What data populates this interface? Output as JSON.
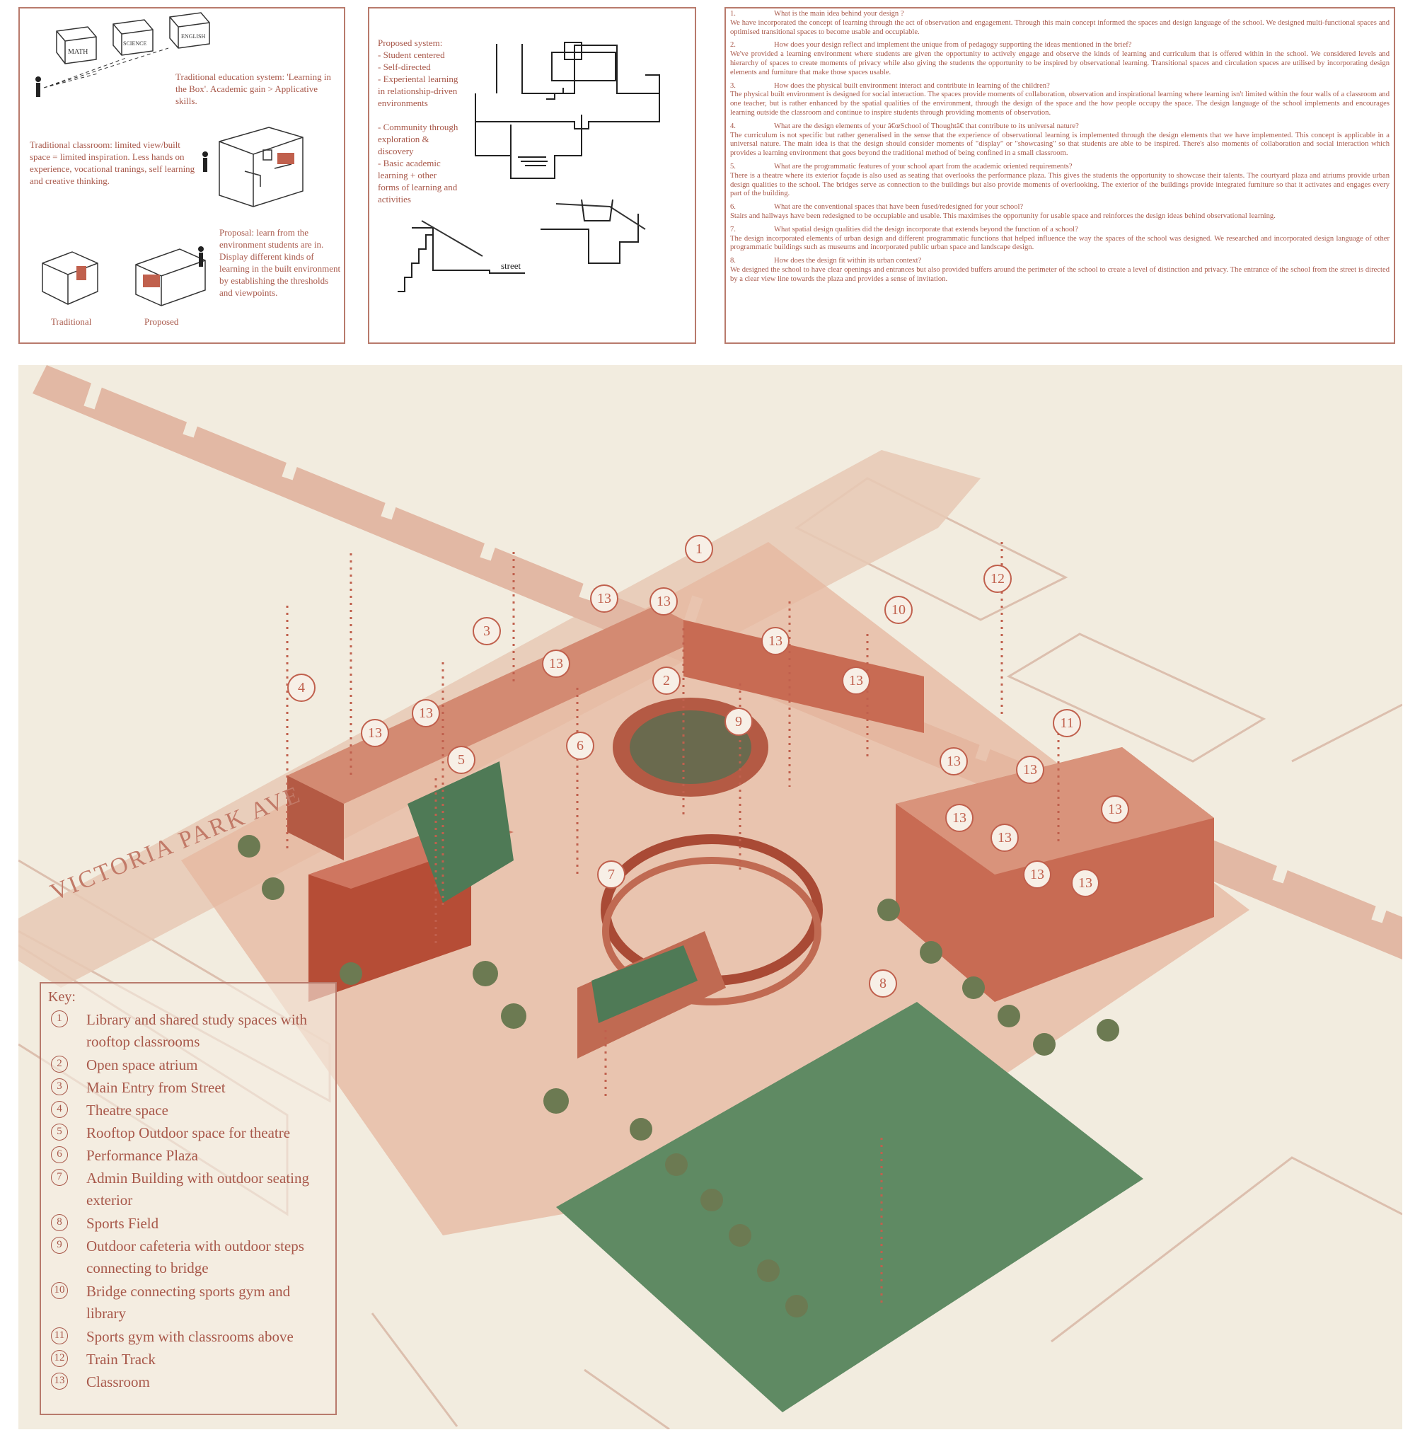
{
  "concept_panel": {
    "box_labels": [
      "MATH",
      "SCIENCE",
      "ENGLISH"
    ],
    "text1": "Traditional education system: 'Learning in the Box'. Academic gain > Applicative skills.",
    "text2": "Traditional classroom: limited view/built space = limited inspiration. Less hands on experience, vocational tranings, self learning and creative thinking.",
    "text3": "Proposal: learn from the environment students are in. Display different kinds of learning in the built environment by establishing the thresholds and viewpoints.",
    "label_traditional": "Traditional",
    "label_proposed": "Proposed"
  },
  "proposed_panel": {
    "heading": "Proposed system:",
    "items": [
      "- Student centered",
      "- Self-directed",
      "- Experiental learning in relationship-driven environments",
      "- Community through exploration & discovery",
      "- Basic academic learning + other forms of learning and activities"
    ],
    "street_label": "street"
  },
  "qa_panel": {
    "items": [
      {
        "num": "1.",
        "q": "What is the main idea behind your design ?",
        "a": "We have incorporated the concept of learning through the act of observation and engagement. Through this main concept informed the spaces and design language of the school. We designed multi-functional spaces and optimised transitional spaces to become usable and occupiable."
      },
      {
        "num": "2.",
        "q": "How does your design reflect and implement the unique from of pedagogy supporting the ideas mentioned in the brief?",
        "a": "We've provided a learning environment where students are given the opportunity to actively engage and observe the kinds of learning and curriculum that is offered within in the school. We considered levels and hierarchy of spaces to create moments of privacy while also giving the students the opportunity to be inspired by observational learning. Transitional spaces and circulation spaces are utilised by incorporating design elements and furniture that make those spaces usable."
      },
      {
        "num": "3.",
        "q": "How does the physical built environment interact and contribute in learning of the children?",
        "a": "The physical built environment is designed for social interaction. The spaces provide moments of collaboration, observation and inspirational learning where learning isn't limited within the four walls of a classroom and one teacher, but is rather enhanced by the spatial qualities of the environment, through the design of the space and the how people occupy the space. The design language of the school implements and encourages learning outside the classroom and continue to inspire students through providing moments of observation."
      },
      {
        "num": "4.",
        "q": "What are the design elements of your â€œSchool of Thoughtâ€ that contribute to its universal nature?",
        "a": "The curriculum is not specific but rather generalised in the sense that the experience of observational learning is implemented through the design elements that we have implemented. This concept is applicable in a universal nature. The main idea is that the design should consider moments of \"display\" or \"showcasing\" so that students are able to be inspired. There's also moments of collaboration and social interaction which provides a learning environment that goes beyond the traditional method of being confined in a small classroom."
      },
      {
        "num": "5.",
        "q": "What are the programmatic features of your school apart from the academic oriented requirements?",
        "a": "There is a theatre where its exterior façade is also used as seating that overlooks the performance plaza. This gives the students the opportunity to showcase their talents. The courtyard plaza and atriums provide urban design qualities to the school. The bridges serve as connection to the buildings but also provide moments of overlooking. The exterior of the buildings provide integrated furniture so that it activates and engages every part of the building."
      },
      {
        "num": "6.",
        "q": "What are the conventional spaces that have been fused/redesigned for your school?",
        "a": "Stairs and hallways have been redesigned to be occupiable and usable. This maximises the opportunity for usable space and reinforces the design ideas behind observational learning."
      },
      {
        "num": "7.",
        "q": "What spatial design qualities did the design incorporate that extends beyond the function of a school?",
        "a": "The design incorporated elements of urban design and different programmatic functions that helped influence the way the spaces of the school was designed. We researched and incorporated design language of other programmatic buildings such as museums and incorporated public urban space and landscape design."
      },
      {
        "num": "8.",
        "q": "How does the design fit within its urban context?",
        "a": "We designed the school to have clear openings and entrances but also provided buffers around the perimeter of the school to create a level of distinction and privacy. The entrance of the school from the street is directed by a clear view line towards the plaza and provides a sense of invitation."
      }
    ]
  },
  "diagram": {
    "street_name": "VICTORIA PARK AVE",
    "markers": [
      "1",
      "2",
      "3",
      "4",
      "5",
      "6",
      "7",
      "8",
      "9",
      "10",
      "11",
      "12",
      "13",
      "13",
      "13",
      "13",
      "13",
      "13",
      "13",
      "13",
      "13",
      "13",
      "13",
      "13",
      "13",
      "13"
    ],
    "colors": {
      "terracotta": "#c0604d",
      "field": "#5f8a63",
      "paper": "#f2ecdf",
      "road": "#e7c9b5"
    }
  },
  "key": {
    "title": "Key:",
    "items": [
      {
        "n": "1",
        "label": "Library and shared study spaces with rooftop classrooms"
      },
      {
        "n": "2",
        "label": "Open space atrium"
      },
      {
        "n": "3",
        "label": "Main Entry from Street"
      },
      {
        "n": "4",
        "label": "Theatre space"
      },
      {
        "n": "5",
        "label": "Rooftop Outdoor space for theatre"
      },
      {
        "n": "6",
        "label": "Performance Plaza"
      },
      {
        "n": "7",
        "label": "Admin Building with outdoor seating exterior"
      },
      {
        "n": "8",
        "label": "Sports Field"
      },
      {
        "n": "9",
        "label": "Outdoor cafeteria with outdoor steps connecting to bridge"
      },
      {
        "n": "10",
        "label": "Bridge connecting sports gym and library"
      },
      {
        "n": "11",
        "label": "Sports gym with classrooms above"
      },
      {
        "n": "12",
        "label": "Train Track"
      },
      {
        "n": "13",
        "label": "Classroom"
      }
    ]
  }
}
